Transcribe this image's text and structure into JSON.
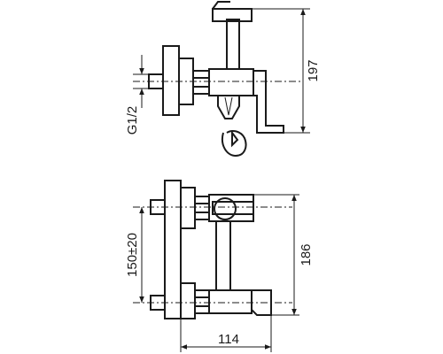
{
  "drawing": {
    "dimensions": {
      "side_height": "197",
      "thread": "G1/2",
      "front_spacing": "150±20",
      "front_height": "186",
      "front_width": "114"
    }
  }
}
